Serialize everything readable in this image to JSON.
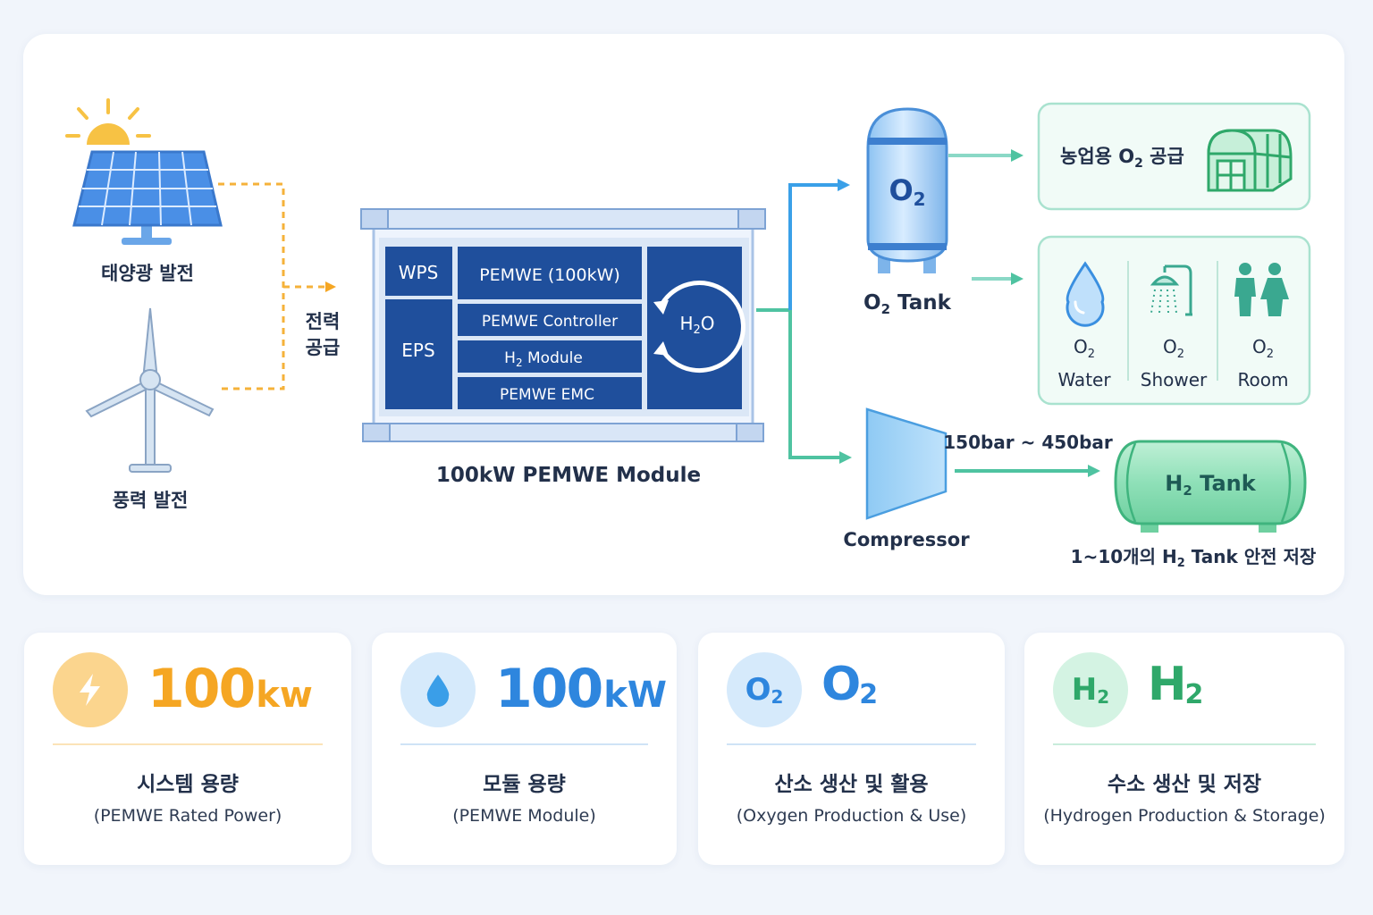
{
  "sources": {
    "solar_label": "태양광 발전",
    "wind_label": "풍력 발전",
    "supply_label_line1": "전력",
    "supply_label_line2": "공급"
  },
  "module": {
    "wps": "WPS",
    "eps": "EPS",
    "pemwe": "PEMWE (100kW)",
    "controller": "PEMWE Controller",
    "h2_module_prefix": "H",
    "h2_module_sub": "2",
    "h2_module_suffix": " Module",
    "emc": "PEMWE EMC",
    "water_prefix": "H",
    "water_sub": "2",
    "water_suffix": "O",
    "caption": "100kW PEMWE Module"
  },
  "o2": {
    "tank_symbol": "O",
    "tank_symbol_sub": "2",
    "tank_label_prefix": "O",
    "tank_label_sub": "2",
    "tank_label_suffix": " Tank",
    "agri_prefix": "농업용 O",
    "agri_sub": "2",
    "agri_suffix": " 공급",
    "uses": [
      {
        "prefix": "O",
        "sub": "2",
        "label": "Water"
      },
      {
        "prefix": "O",
        "sub": "2",
        "label": "Shower"
      },
      {
        "prefix": "O",
        "sub": "2",
        "label": "Room"
      }
    ]
  },
  "h2": {
    "compressor_label": "Compressor",
    "pressure_label": "150bar ~ 450bar",
    "tank_prefix": "H",
    "tank_sub": "2",
    "tank_suffix": " Tank",
    "storage_prefix": "1~10개의 H",
    "storage_sub": "2",
    "storage_suffix": " Tank 안전 저장"
  },
  "cards": [
    {
      "value": "100",
      "unit": "kw",
      "title": "시스템 용량",
      "subtitle": "(PEMWE Rated Power)",
      "color": "#f5a623"
    },
    {
      "value": "100",
      "unit": "kW",
      "title": "모듈 용량",
      "subtitle": "(PEMWE Module)",
      "color": "#2e86de"
    },
    {
      "symbol": "O",
      "sub": "2",
      "badge_symbol": "O",
      "badge_sub": "2",
      "title": "산소 생산 및 활용",
      "subtitle": "(Oxygen Production & Use)",
      "color": "#2e86de"
    },
    {
      "symbol": "H",
      "sub": "2",
      "badge_symbol": "H",
      "badge_sub": "2",
      "title": "수소 생산 및 저장",
      "subtitle": "(Hydrogen Production & Storage)",
      "color": "#2fa86a"
    }
  ],
  "colors": {
    "orange_accent": "#f5a623",
    "blue_accent": "#2e86de",
    "green_accent": "#2fa86a",
    "module_blue": "#1f4f9c",
    "teal_arrow": "#4fc3a1"
  }
}
